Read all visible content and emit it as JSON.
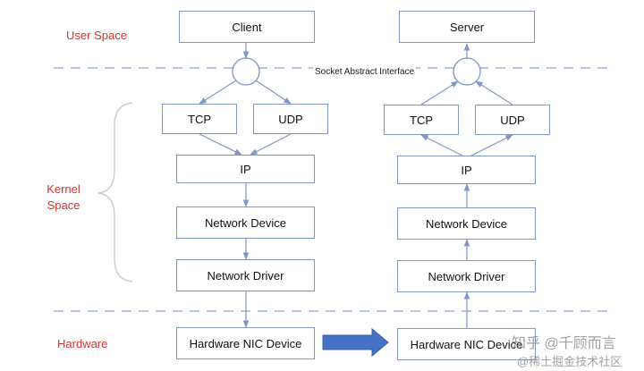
{
  "colors": {
    "layer_label": "#d6322b",
    "box_border": "#7f97c4",
    "arrow": "#7f97c4",
    "dashed_line": "#8aa3cc",
    "transfer_arrow": "#4472c4",
    "bracket": "#c8cdd5"
  },
  "layers": {
    "user_space": "User Space",
    "kernel_space": "Kernel Space",
    "kernel_line1": "Kernel",
    "kernel_line2": "Space",
    "hardware": "Hardware"
  },
  "socket_interface": "Socket Abstract Interface",
  "client_stack": {
    "app": "Client",
    "tcp": "TCP",
    "udp": "UDP",
    "ip": "IP",
    "network_device": "Network Device",
    "network_driver": "Network Driver",
    "nic": "Hardware NIC Device",
    "direction": "down"
  },
  "server_stack": {
    "app": "Server",
    "tcp": "TCP",
    "udp": "UDP",
    "ip": "IP",
    "network_device": "Network Device",
    "network_driver": "Network Driver",
    "nic": "Hardware NIC Device",
    "direction": "up"
  },
  "transfer": "client NIC to server NIC",
  "watermark": {
    "line1": "知乎 @千顾而言",
    "line2": "@稀土掘金技术社区"
  }
}
